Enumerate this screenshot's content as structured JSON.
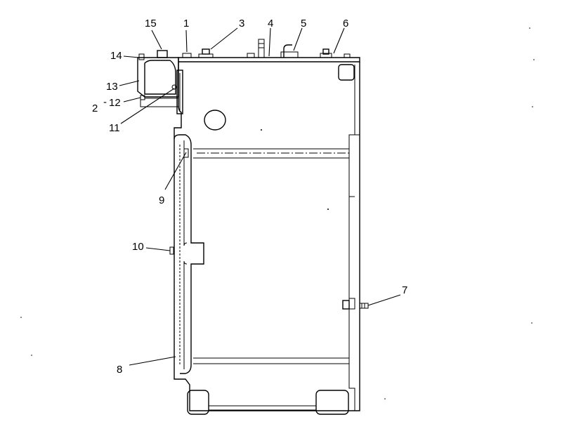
{
  "callouts": [
    {
      "id": "c1",
      "label": "1"
    },
    {
      "id": "c2",
      "label": "2"
    },
    {
      "id": "c3",
      "label": "3"
    },
    {
      "id": "c4",
      "label": "4"
    },
    {
      "id": "c5",
      "label": "5"
    },
    {
      "id": "c6",
      "label": "6"
    },
    {
      "id": "c7",
      "label": "7"
    },
    {
      "id": "c8",
      "label": "8"
    },
    {
      "id": "c9",
      "label": "9"
    },
    {
      "id": "c10",
      "label": "10"
    },
    {
      "id": "c11",
      "label": "11"
    },
    {
      "id": "c12",
      "label": "12"
    },
    {
      "id": "c13",
      "label": "13"
    },
    {
      "id": "c14",
      "label": "14"
    },
    {
      "id": "c15",
      "label": "15"
    }
  ],
  "labels": {
    "c1": "1",
    "c2": "2",
    "c3": "3",
    "c4": "4",
    "c5": "5",
    "c6": "6",
    "c7": "7",
    "c8": "8",
    "c9": "9",
    "c10": "10",
    "c11": "11",
    "c12": "12",
    "c13": "13",
    "c14": "14",
    "c15": "15",
    "dash12": "-"
  }
}
